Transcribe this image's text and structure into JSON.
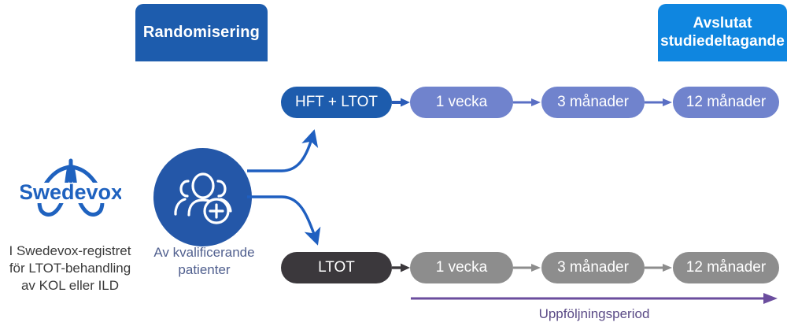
{
  "diagram": {
    "title_banners": [
      {
        "id": "randomisering",
        "label": "Randomisering",
        "color": "#1d5cad"
      },
      {
        "id": "avslutat",
        "label_line1": "Avslutat",
        "label_line2": "studiedeltagande",
        "color": "#0f86e0"
      }
    ],
    "source": {
      "logo_text": "Swedevox",
      "logo_color": "#1f62bf",
      "caption_line1": "I Swedevox-registret",
      "caption_line2": "för LTOT-behandling",
      "caption_line3": "av KOL eller ILD",
      "caption_color": "#3a3a3a"
    },
    "population": {
      "icon": "people-plus-icon",
      "circle_color": "#2457a8",
      "caption_line1": "Av kvalificerande",
      "caption_line2": "patienter",
      "caption_color": "#51608f"
    },
    "arms": [
      {
        "id": "hft-ltot",
        "treatment_label": "HFT + LTOT",
        "treatment_color": "#1d5cad",
        "visit_color": "#7083cd",
        "arrow_color": "#2b5cb8",
        "visits": [
          {
            "label": "1 vecka"
          },
          {
            "label": "3 månader"
          },
          {
            "label": "12 månader"
          }
        ]
      },
      {
        "id": "ltot",
        "treatment_label": "LTOT",
        "treatment_color": "#3b383c",
        "visit_color": "#8d8d8d",
        "arrow_color": "#3b383c",
        "visits": [
          {
            "label": "1 vecka"
          },
          {
            "label": "3 månader"
          },
          {
            "label": "12 månader"
          }
        ]
      }
    ],
    "followup": {
      "label": "Uppföljningsperiod",
      "color": "#6b4d9e"
    }
  }
}
